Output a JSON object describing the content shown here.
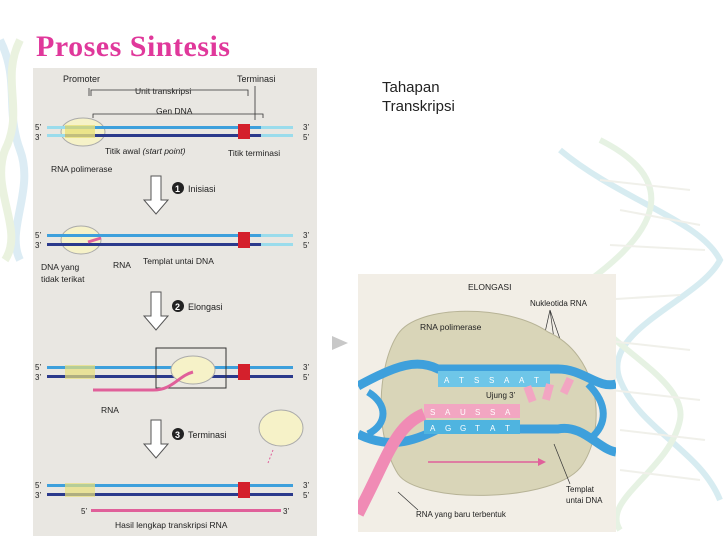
{
  "page": {
    "title": "Proses Sintesis",
    "subtitle_line1": "Tahapan",
    "subtitle_line2": "Transkripsi"
  },
  "left_panel": {
    "promoter": "Promoter",
    "unit": "Unit transkripsi",
    "terminasi_top": "Terminasi",
    "gen_dna": "Gen DNA",
    "prime5": "5’",
    "prime3": "3’",
    "titik_awal": "Titik awal",
    "start_point": "(start point)",
    "titik_terminasi": "Titik terminasi",
    "rna_polimerase": "RNA polimerase",
    "step1_num": "1",
    "step1": "Inisiasi",
    "dna_yang": "DNA yang",
    "tidak_terikat": "tidak terikat",
    "rna": "RNA",
    "templat": "Templat untai DNA",
    "step2_num": "2",
    "step2": "Elongasi",
    "step3_num": "3",
    "step3": "Terminasi",
    "hasil": "Hasil lengkap transkripsi RNA"
  },
  "right_panel": {
    "elongasi": "ELONGASI",
    "nukleotida": "Nukleotida RNA",
    "rna_polimerase": "RNA polimerase",
    "ujung3": "Ujung 3’",
    "templat1": "Templat",
    "templat2": "untai DNA",
    "rna_baru": "RNA yang baru terbentuk",
    "top_bases": [
      "A",
      "T",
      "S",
      "S",
      "A",
      "A",
      "T"
    ],
    "rna_bases": [
      "S",
      "A",
      "U",
      "S",
      "S",
      "A"
    ],
    "bottom_bases": [
      "A",
      "G",
      "G",
      "T",
      "A",
      "T"
    ]
  },
  "colors": {
    "title": "#e0389b",
    "dna_blue": "#3ea0dc",
    "rna_pink": "#e0609a",
    "dark_blue": "#2b3a8c",
    "red": "#d4202c",
    "yellow": "#e8e07a",
    "cyan": "#9adcec"
  }
}
